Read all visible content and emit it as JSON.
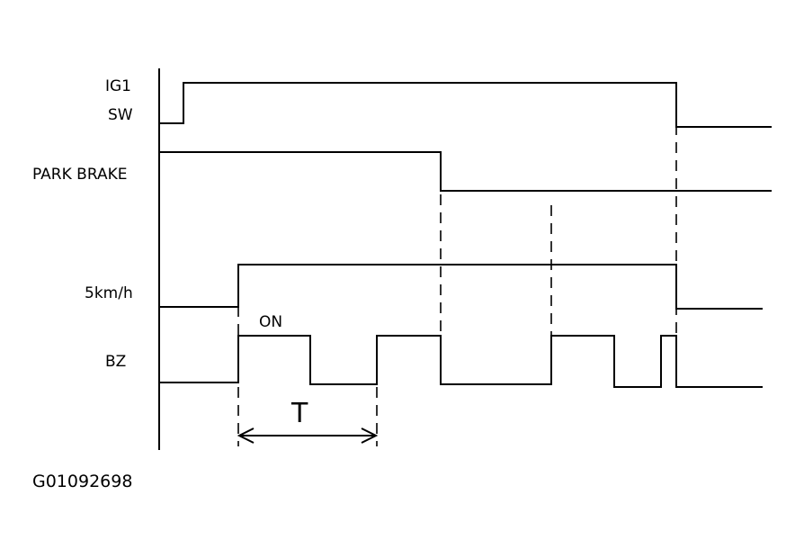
{
  "labels": {
    "ig1": "IG1",
    "sw": "SW",
    "park_brake": "PARK BRAKE",
    "speed": "5km/h",
    "bz": "BZ",
    "on": "ON",
    "period": "T"
  },
  "figure_id": "G01092698"
}
